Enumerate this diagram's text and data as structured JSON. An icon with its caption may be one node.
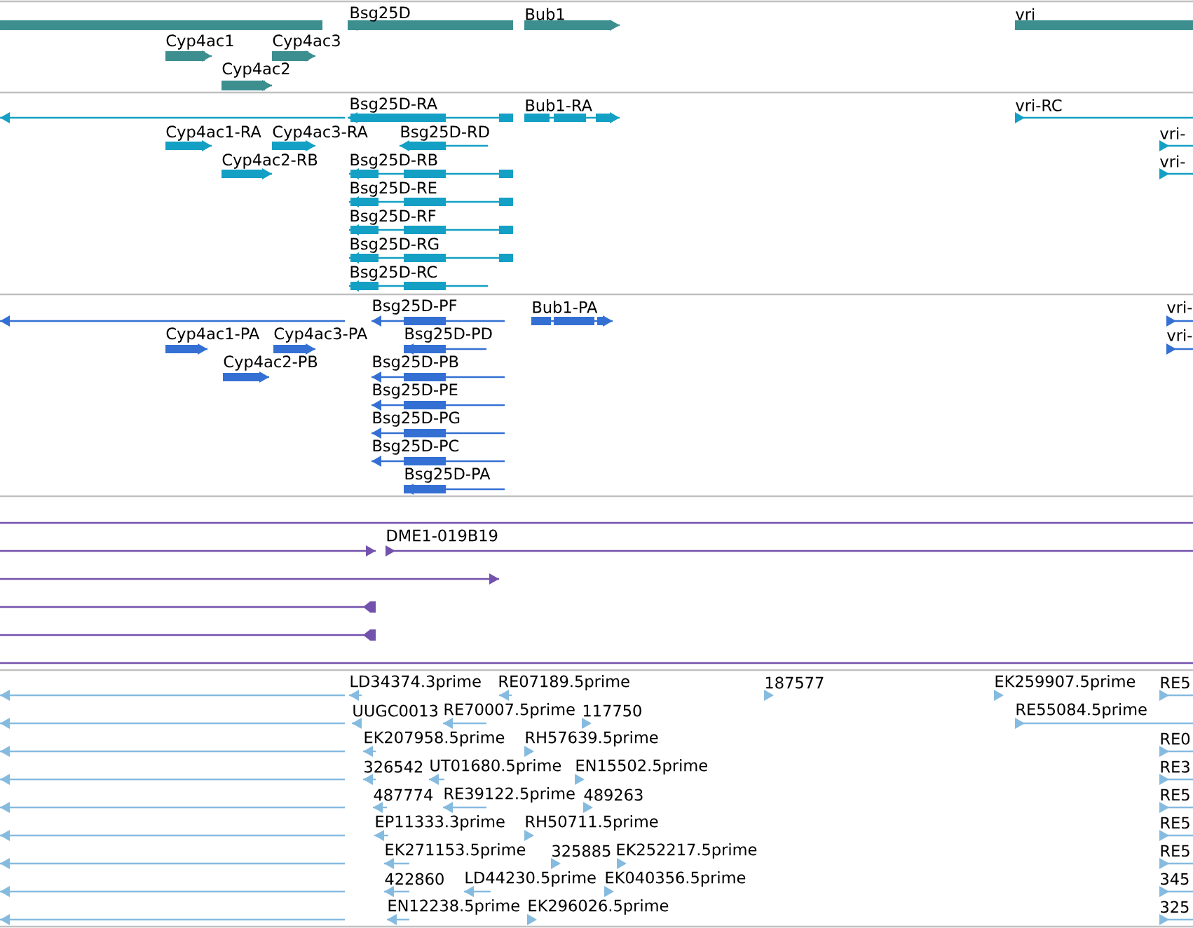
{
  "diagram": {
    "labels": [
      "Bsg25D",
      "Bub1",
      "vri",
      "Cyp4ac1",
      "Cyp4ac3",
      "Cyp4ac2",
      "Bsg25D-RA",
      "Bub1-RA",
      "vri-RC",
      "Cyp4ac1-RA",
      "Cyp4ac3-RA",
      "Bsg25D-RD",
      "vri-",
      "Cyp4ac2-RB",
      "Bsg25D-RB",
      "vri-",
      "Bsg25D-RE",
      "Bsg25D-RF",
      "Bsg25D-RG",
      "Bsg25D-RC",
      "Bsg25D-PF",
      "Bub1-PA",
      "vri-",
      "Cyp4ac1-PA",
      "Cyp4ac3-PA",
      "Bsg25D-PD",
      "vri-",
      "Cyp4ac2-PB",
      "Bsg25D-PB",
      "Bsg25D-PE",
      "Bsg25D-PG",
      "Bsg25D-PC",
      "Bsg25D-PA",
      "DME1-019B19",
      "LD34374.3prime",
      "RE07189.5prime",
      "187577",
      "EK259907.5prime",
      "RE5",
      "UUGC0013",
      "RE70007.5prime",
      "117750",
      "RE55084.5prime",
      "EK207958.5prime",
      "RH57639.5prime",
      "RE0",
      "326542",
      "UT01680.5prime",
      "EN15502.5prime",
      "RE3",
      "487774",
      "RE39122.5prime",
      "489263",
      "RE5",
      "EP11333.3prime",
      "RH50711.5prime",
      "RE5",
      "EK271153.5prime",
      "325885",
      "EK252217.5prime",
      "RE5",
      "422860",
      "LD44230.5prime",
      "EK040356.5prime",
      "345",
      "EN12238.5prime",
      "EK296026.5prime",
      "325"
    ]
  }
}
